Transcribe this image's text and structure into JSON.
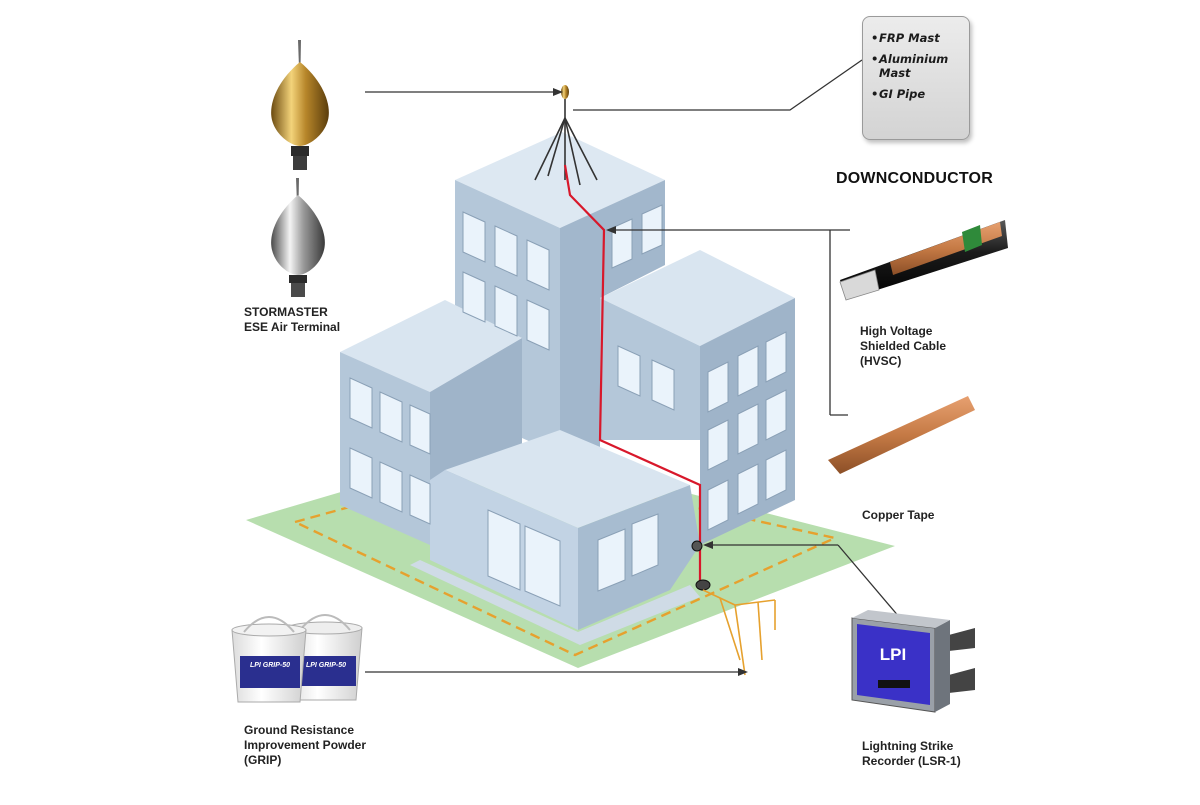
{
  "labels": {
    "air_terminal": [
      "STORMASTER",
      "ESE Air Terminal"
    ],
    "downconductor_heading": "DOWNCONDUCTOR",
    "hvsc": [
      "High Voltage",
      "Shielded Cable",
      "(HVSC)"
    ],
    "copper_tape": "Copper Tape",
    "grip": [
      "Ground Resistance",
      "Improvement Powder",
      "(GRIP)"
    ],
    "lsr": [
      "Lightning Strike",
      "Recorder (LSR-1)"
    ]
  },
  "mast_options": [
    "FRP Mast",
    "Aluminium Mast",
    "GI Pipe"
  ],
  "product_marks": {
    "grip_bucket_left": "LPI GRIP-50",
    "grip_bucket_right": "LPI GRIP-50",
    "lsr_brand": "LPI"
  },
  "colors": {
    "ground": "#b7deae",
    "building_light": "#d9e5f0",
    "building_mid": "#b4c7d9",
    "building_dark": "#9fb4c9",
    "window": "#eaf3fb",
    "downconductor": "#d8182b",
    "earth_tape": "#e6a12e",
    "copper": "#c67a46",
    "lsr_face": "#3a31c7"
  }
}
